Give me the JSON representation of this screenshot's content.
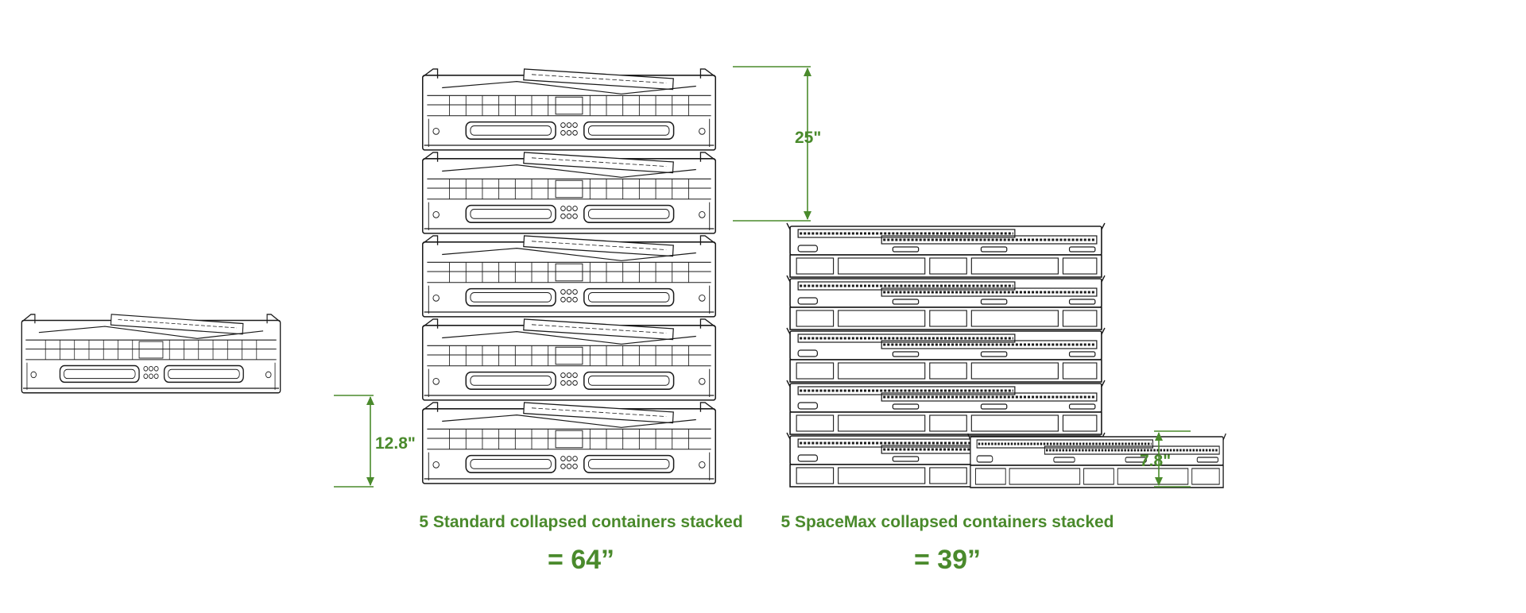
{
  "colors": {
    "outline": "#1a1a1a",
    "accent": "#4a8a2c",
    "background": "#ffffff"
  },
  "single_standard": {
    "height_label": "12.8\""
  },
  "standard_stack": {
    "count": 5,
    "caption": "5 Standard collapsed containers stacked",
    "total": "= 64”"
  },
  "spacemax_stack": {
    "count": 5,
    "caption": "5 SpaceMax collapsed containers stacked",
    "total": "= 39”"
  },
  "difference": {
    "label": "25\""
  },
  "single_spacemax": {
    "height_label": "7.8\""
  }
}
